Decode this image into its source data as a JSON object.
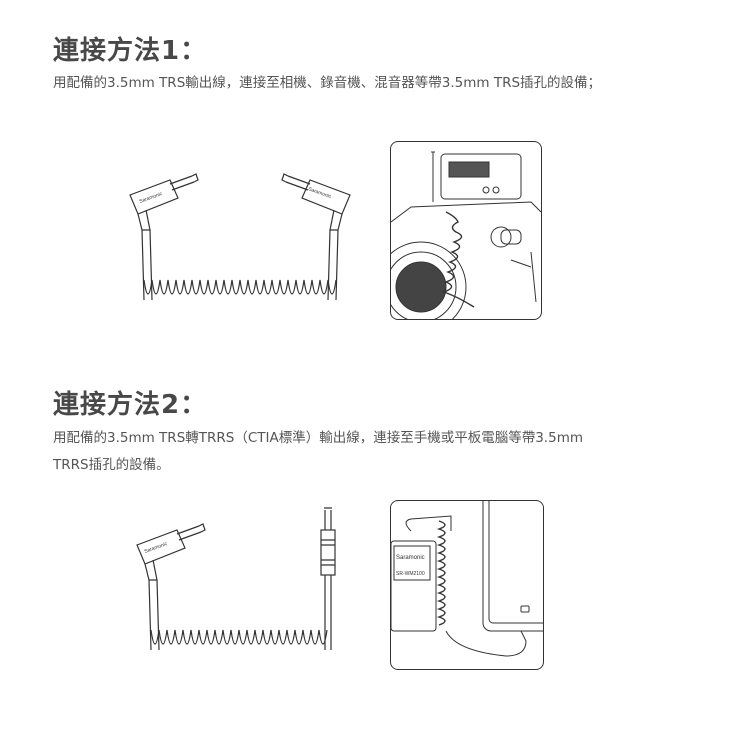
{
  "method1": {
    "title": "連接方法1：",
    "description": "用配備的3.5mm TRS輸出線，連接至相機、錄音機、混音器等帶3.5mm TRS插孔的設備；",
    "cable_logo": "Saramonic"
  },
  "method2": {
    "title": "連接方法2：",
    "description_line1": "用配備的3.5mm TRS轉TRRS（CTIA標準）輸出線，連接至手機或平板電腦等帶3.5mm",
    "description_line2": "TRRS插孔的設備。",
    "cable_logo": "Saramonic",
    "receiver_logo": "Saramonic",
    "receiver_model": "SR-WM2100"
  }
}
